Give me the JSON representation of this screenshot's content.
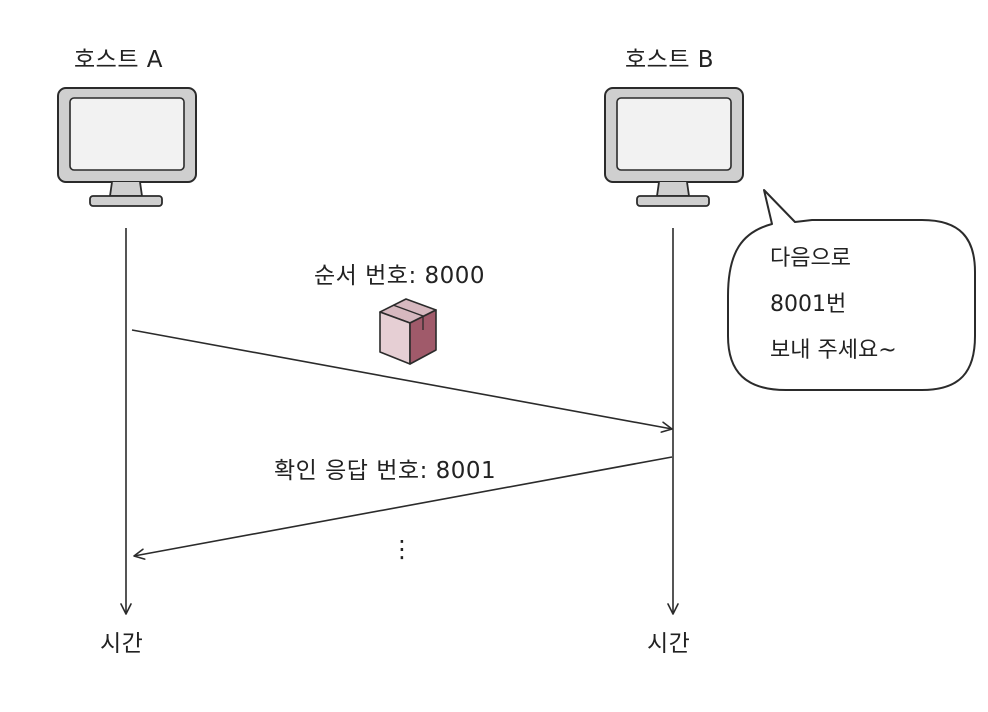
{
  "host_a": {
    "label": "호스트 A",
    "timeline_label": "시간"
  },
  "host_b": {
    "label": "호스트 B",
    "timeline_label": "시간"
  },
  "packet_label": "순서 번호: 8000",
  "ack_label": "확인 응답 번호: 8001",
  "continuation": "⋮",
  "speech_bubble": {
    "lines": [
      "다음으로",
      "8001번",
      "보내 주세요~"
    ]
  },
  "colors": {
    "monitor_frame": "#cfcfcf",
    "monitor_screen": "#f2f2f2",
    "outline": "#2b2b2b",
    "box_front": "#e6cfd4",
    "box_side": "#a05a6a",
    "box_top": "#d6b8bf"
  }
}
